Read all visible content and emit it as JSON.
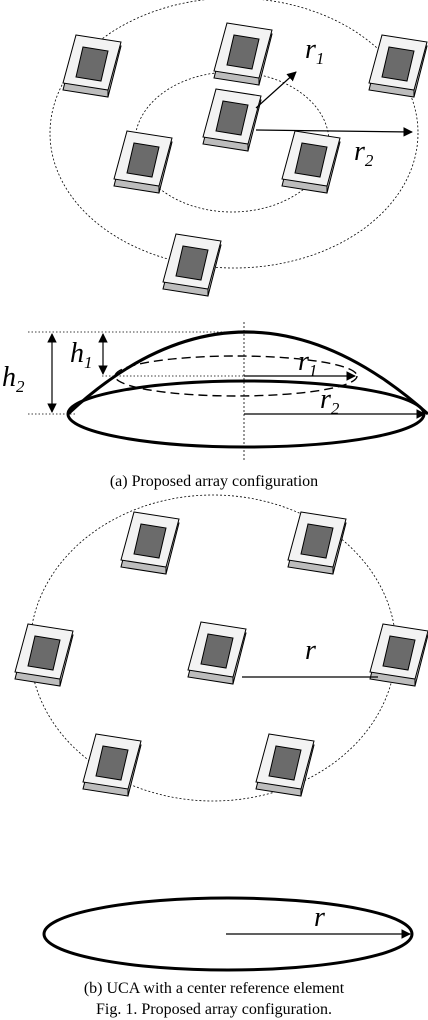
{
  "top": {
    "r1_label": {
      "base": "r",
      "sub": "1"
    },
    "r2_label": {
      "base": "r",
      "sub": "2"
    }
  },
  "profile": {
    "h2_label": {
      "base": "h",
      "sub": "2"
    },
    "h1_label": {
      "base": "h",
      "sub": "1"
    },
    "r1_label": {
      "base": "r",
      "sub": "1"
    },
    "r2_label": {
      "base": "r",
      "sub": "2"
    }
  },
  "caption_a": "(a) Proposed array configuration",
  "uca": {
    "r_label": "r"
  },
  "bottom": {
    "r_label": "r"
  },
  "caption_b": "(b) UCA with a center reference element",
  "figure_caption": "Fig. 1. Proposed array configuration."
}
